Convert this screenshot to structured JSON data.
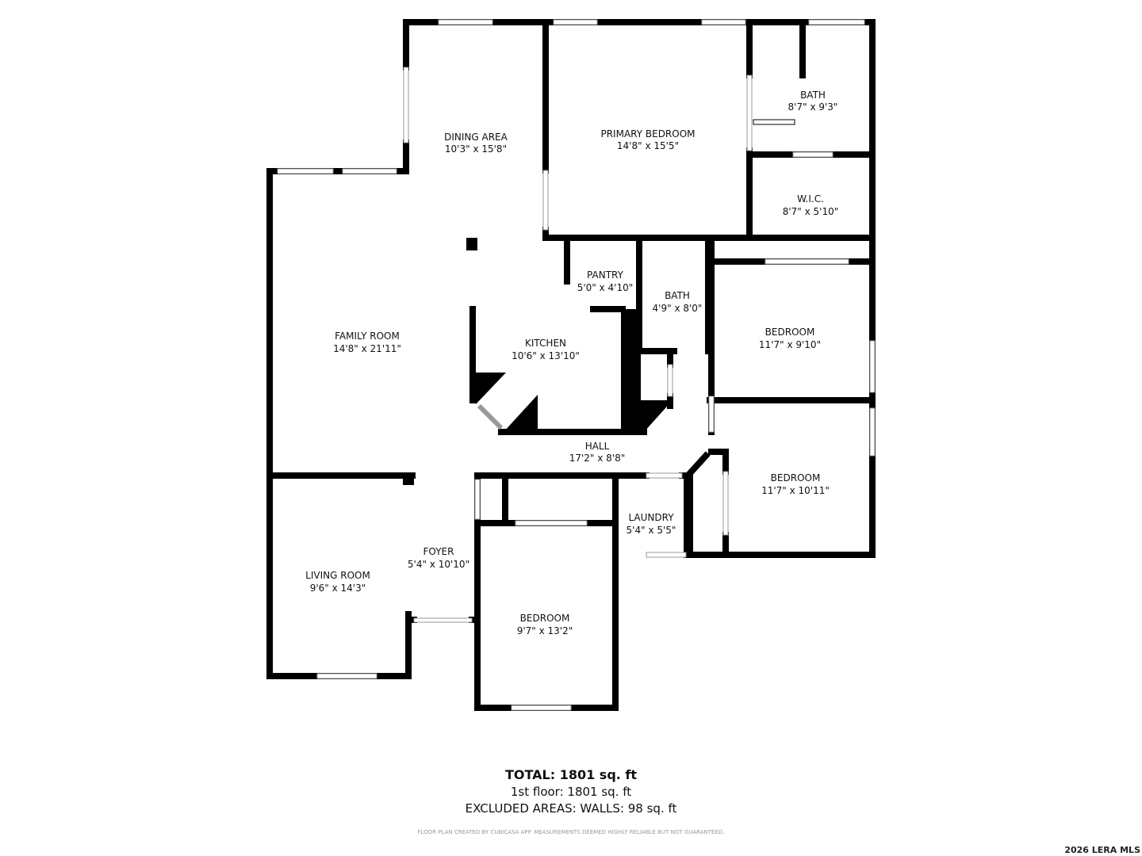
{
  "rooms": [
    {
      "name": "DINING AREA",
      "size": "10'3\" x 15'8\""
    },
    {
      "name": "PRIMARY BEDROOM",
      "size": "14'8\" x 15'5\""
    },
    {
      "name": "BATH",
      "size": "8'7\" x 9'3\""
    },
    {
      "name": "W.I.C.",
      "size": "8'7\" x 5'10\""
    },
    {
      "name": "PANTRY",
      "size": "5'0\" x 4'10\""
    },
    {
      "name": "BATH",
      "size": "4'9\" x 8'0\""
    },
    {
      "name": "FAMILY ROOM",
      "size": "14'8\" x 21'11\""
    },
    {
      "name": "KITCHEN",
      "size": "10'6\" x 13'10\""
    },
    {
      "name": "BEDROOM",
      "size": "11'7\" x 9'10\""
    },
    {
      "name": "HALL",
      "size": "17'2\" x 8'8\""
    },
    {
      "name": "BEDROOM",
      "size": "11'7\" x 10'11\""
    },
    {
      "name": "LAUNDRY",
      "size": "5'4\" x 5'5\""
    },
    {
      "name": "FOYER",
      "size": "5'4\" x 10'10\""
    },
    {
      "name": "LIVING ROOM",
      "size": "9'6\" x 14'3\""
    },
    {
      "name": "BEDROOM",
      "size": "9'7\" x 13'2\""
    }
  ],
  "summary": {
    "total": "TOTAL: 1801 sq. ft",
    "floor1": "1st floor: 1801 sq. ft",
    "excluded": "EXCLUDED AREAS: WALLS: 98 sq. ft"
  },
  "credit": "FLOOR PLAN CREATED BY CUBICASA APP. MEASUREMENTS DEEMED HIGHLY RELIABLE BUT NOT GUARANTEED.",
  "watermark": "2026 LERA MLS"
}
